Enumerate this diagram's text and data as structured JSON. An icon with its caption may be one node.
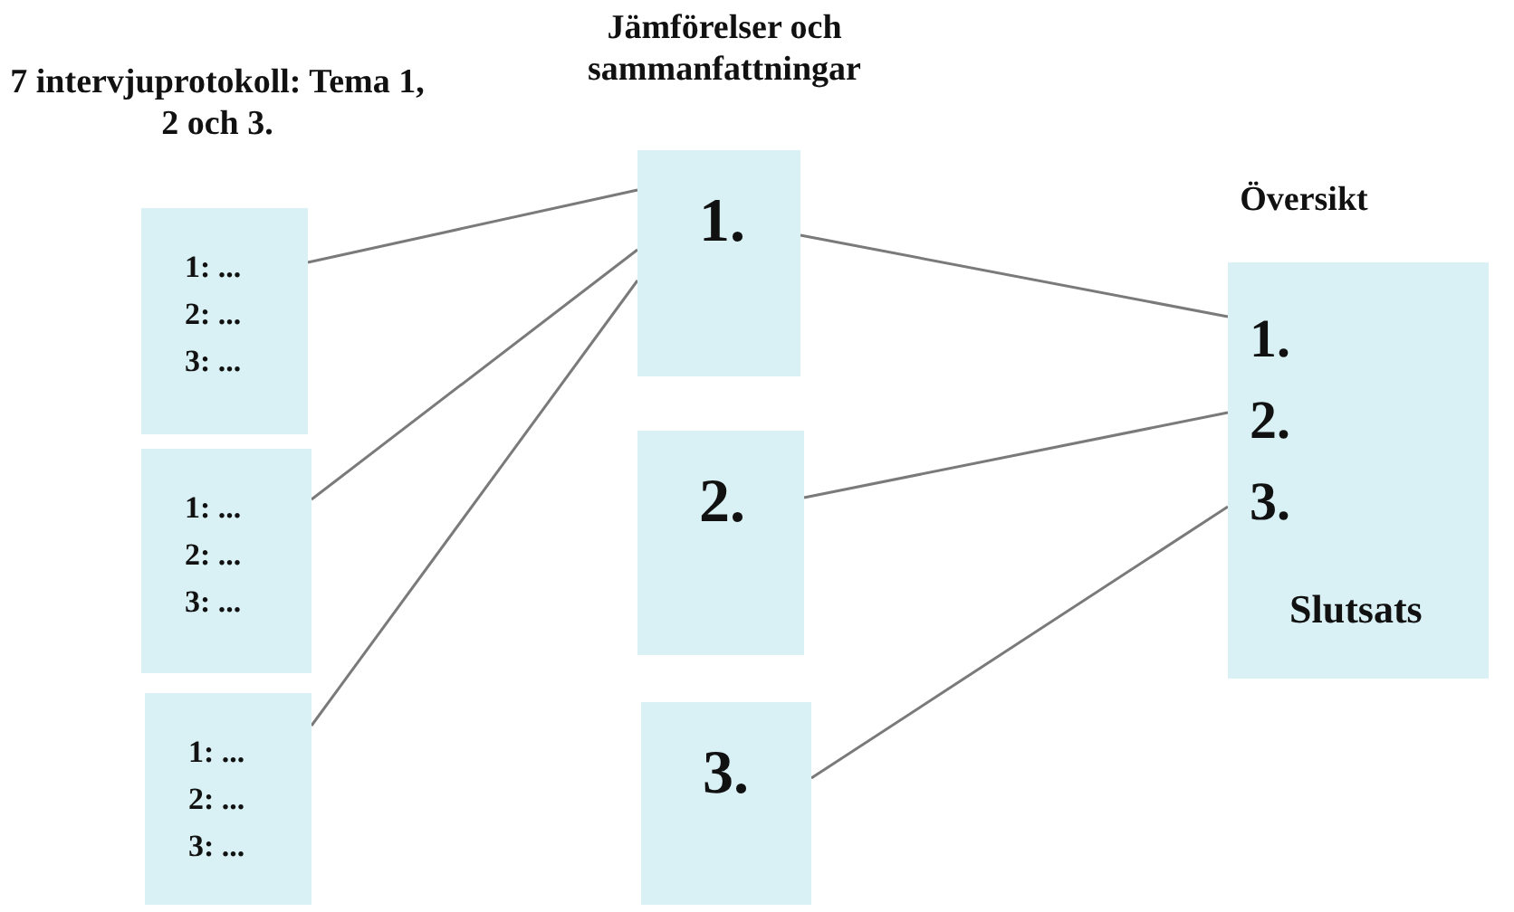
{
  "diagram": {
    "nodes": [
      {
        "text": [
          "1: ...",
          "2: ...",
          "3: ..."
        ]
      },
      {
        "text": [
          "1: ...",
          "2: ...",
          "3: ..."
        ]
      },
      {
        "text": [
          "1: ...",
          "2: ...",
          "3: ..."
        ]
      },
      {
        "text": [
          "1."
        ]
      },
      {
        "text": [
          "2."
        ]
      },
      {
        "text": [
          "3."
        ]
      },
      {
        "text": [
          "1.",
          "2.",
          "3.",
          "Slutsats"
        ]
      }
    ],
    "edges": [
      {
        "from": 0,
        "to": 3,
        "arrow": "none"
      },
      {
        "from": 1,
        "to": 3,
        "arrow": "none"
      },
      {
        "from": 2,
        "to": 3,
        "arrow": "none"
      },
      {
        "from": 3,
        "to": 6,
        "arrow": "none"
      },
      {
        "from": 4,
        "to": 6,
        "arrow": "none"
      },
      {
        "from": 5,
        "to": 6,
        "arrow": "none"
      }
    ],
    "labels": [
      "7 intervjuprotokoll: Tema 1, 2 och 3.",
      "Jämförelser och sammanfattningar",
      "Översikt"
    ]
  }
}
